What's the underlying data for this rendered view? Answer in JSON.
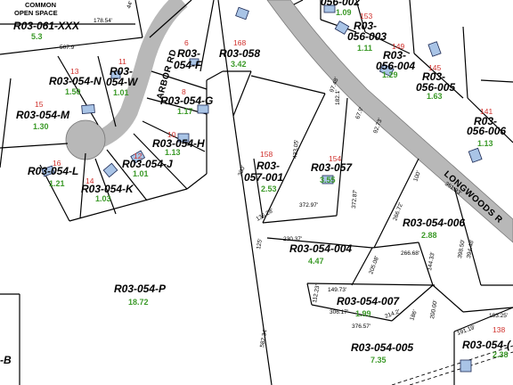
{
  "colors": {
    "lot_number": "#d0312d",
    "acreage": "#3c9a29",
    "road": "#b8b8b8",
    "building": "#a9c4e6",
    "line": "#000000"
  },
  "roads": {
    "arbor": "ARBOR RD",
    "longwoods": "LONGWOODS R"
  },
  "labels": {
    "common_l1": "COMMON",
    "common_l2": "OPEN SPACE"
  },
  "parcels": {
    "r03_061_xxx": {
      "id": "R03-061-XXX",
      "acreage": "5.3"
    },
    "r03_054_n": {
      "id": "R03-054-N",
      "acreage": "1.50",
      "lot": "13"
    },
    "r03_054_w": {
      "id1": "R03-",
      "id2": "054-W",
      "acreage": "1.01",
      "lot": "11"
    },
    "r03_054_f": {
      "id1": "R03-",
      "id2": "054-F",
      "lot": "6"
    },
    "r03_058": {
      "id": "R03-058",
      "acreage": "3.42",
      "lot": "168"
    },
    "r03_054_m": {
      "id": "R03-054-M",
      "acreage": "1.30",
      "lot": "15"
    },
    "r03_054_g": {
      "id": "R03-054-G",
      "acreage": "1.17",
      "lot": "8"
    },
    "r03_054_h": {
      "id": "R03-054-H",
      "acreage": "1.13",
      "lot": "10"
    },
    "r03_054_j": {
      "id": "R03-054-J",
      "acreage": "1.01",
      "lot": "12"
    },
    "r03_054_l": {
      "id": "R03-054-L",
      "acreage": "1.21",
      "lot": "16"
    },
    "r03_054_k": {
      "id": "R03-054-K",
      "acreage": "1.03",
      "lot": "14"
    },
    "r03_057_001": {
      "id1": "R03-",
      "id2": "057-001",
      "acreage": "2.53",
      "lot": "158"
    },
    "r03_057": {
      "id": "R03-057",
      "acreage": "3.55",
      "lot": "154"
    },
    "r03_056_002": {
      "id": "056-002",
      "acreage": "1.09"
    },
    "r03_056_003": {
      "id1": "R03-",
      "id2": "056-003",
      "acreage": "1.11",
      "lot": "153"
    },
    "r03_056_004": {
      "id1": "R03-",
      "id2": "056-004",
      "acreage": "1.29",
      "lot": "149"
    },
    "r03_056_005": {
      "id1": "R03-",
      "id2": "056-005",
      "acreage": "1.63",
      "lot": "145"
    },
    "r03_056_006": {
      "id1": "R03-",
      "id2": "056-006",
      "acreage": "1.13",
      "lot": "141"
    },
    "r03_054_006": {
      "id": "R03-054-006",
      "acreage": "2.88"
    },
    "r03_054_004": {
      "id": "R03-054-004",
      "acreage": "4.47"
    },
    "r03_054_p": {
      "id": "R03-054-P",
      "acreage": "18.72"
    },
    "r03_054_007": {
      "id": "R03-054-007",
      "acreage": "1.99"
    },
    "r03_054_005": {
      "id": "R03-054-005",
      "acreage": "7.35"
    },
    "r03_054_c": {
      "id": "R03-054-(",
      "acreage": "2.38",
      "lot": "138"
    },
    "edge_b": {
      "id": "-B"
    }
  },
  "dimensions": {
    "d1": "178.54'",
    "d2": "507.9'",
    "d3": "433.05'",
    "d4": "97.48'",
    "d5": "182.1'",
    "d6": "67.9'",
    "d7": "92.73'",
    "d8": "372.97'",
    "d9": "372.87'",
    "d10": "136.28'",
    "d11": "300'",
    "d12": "125'",
    "d13": "230.37'",
    "d14": "266.68'",
    "d15": "205.08'",
    "d16": "144.33'",
    "d17": "149.73'",
    "d18": "112.23'",
    "d19": "306.17'",
    "d20": "376.57'",
    "d21": "214.2'",
    "d22": "200.00'",
    "d23": "186'",
    "d24": "582.34'",
    "d25": "266.72'",
    "d26": "100'",
    "d27": "351.93'",
    "d28": "398.50'",
    "d29": "394.48'",
    "d30": "191.19'",
    "d31": "193.25'",
    "d32": "44'"
  }
}
